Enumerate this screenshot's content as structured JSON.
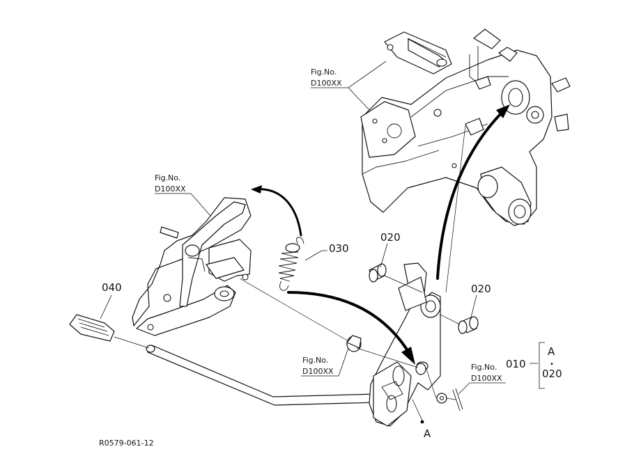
{
  "drawing_code": "R0579-061-12",
  "fig_label": "Fig.No.",
  "fig_number": "D100XX",
  "parts": {
    "p010": "010",
    "p020": "020",
    "p030": "030",
    "p040": "040"
  },
  "bracket": {
    "top": "A",
    "dot": "•",
    "bottom": "020"
  },
  "point_a": "A"
}
